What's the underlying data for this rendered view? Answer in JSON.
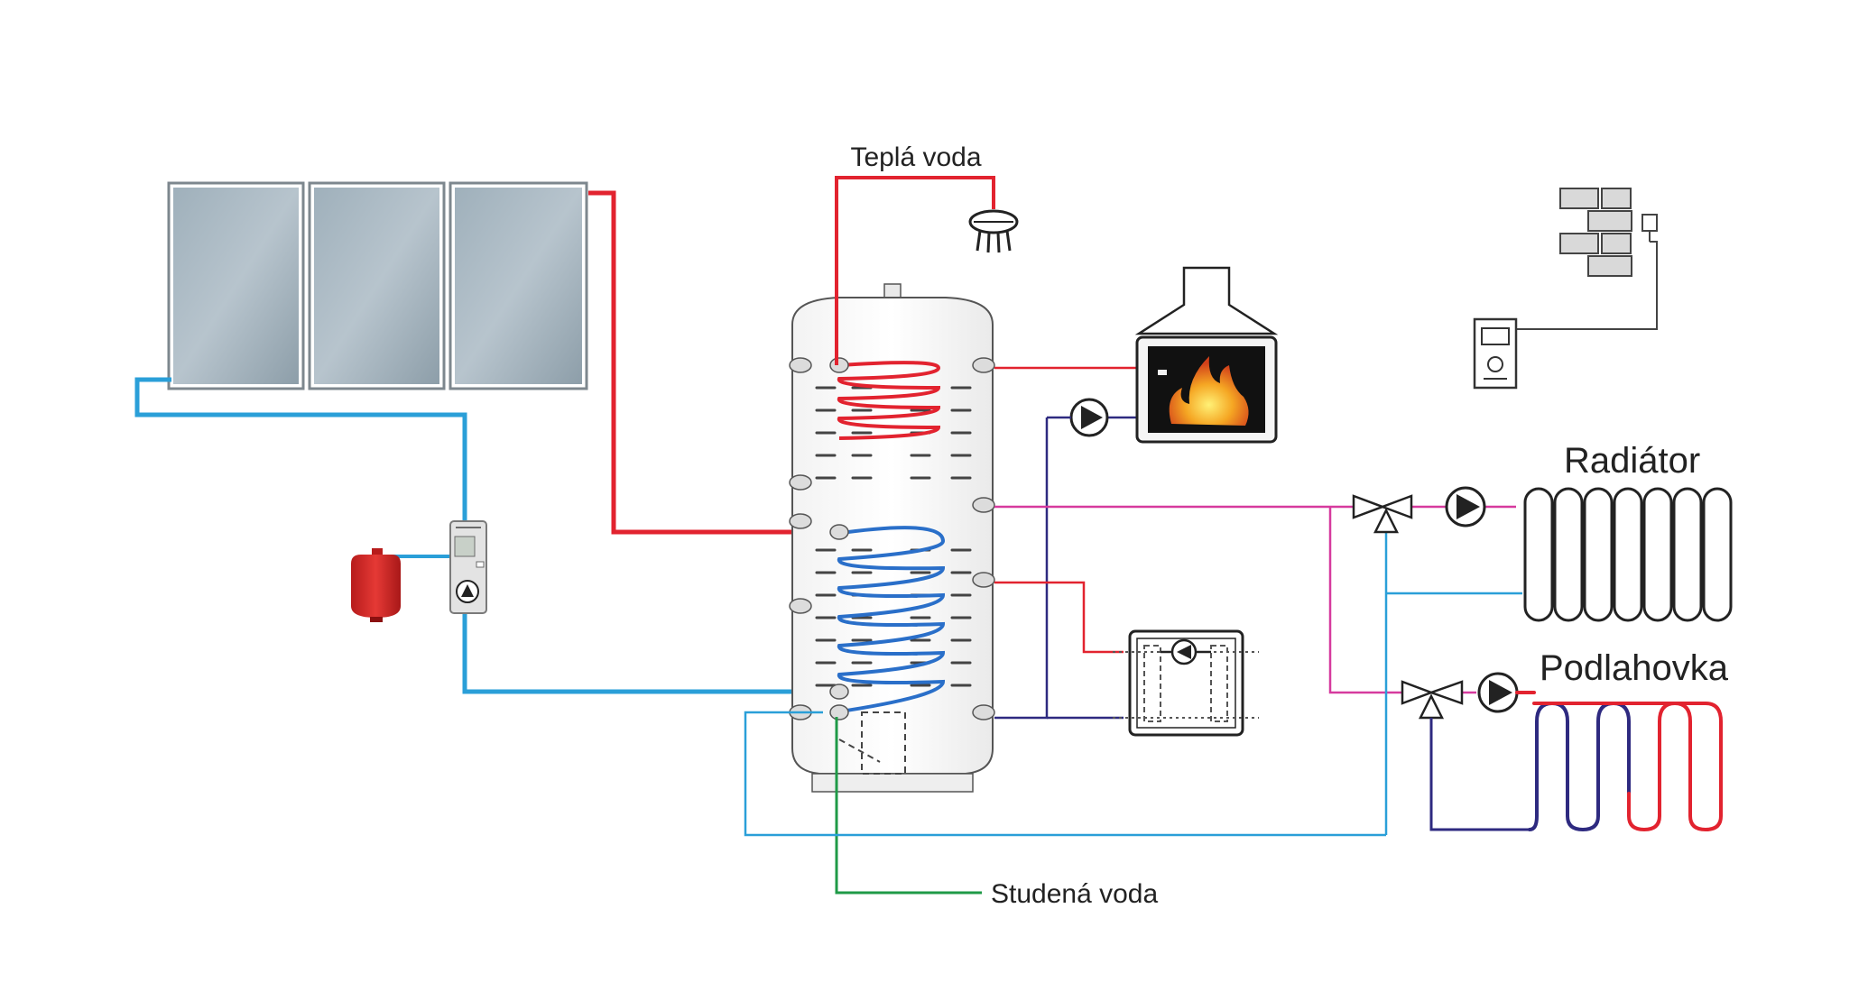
{
  "labels": {
    "hot_water": "Teplá voda",
    "cold_water": "Studená voda",
    "radiator": "Radiátor",
    "floor_heating": "Podlahovka"
  },
  "colors": {
    "hot_pipe": "#e2232f",
    "solar_return": "#2a9fd8",
    "heating_supply": "#d63a9e",
    "return_dark": "#2e2a80",
    "return_light": "#2a9fd8",
    "cold_water": "#1f9a47",
    "panel_glass": "#a8b6c0",
    "expansion_vessel": "#d42a2a"
  }
}
